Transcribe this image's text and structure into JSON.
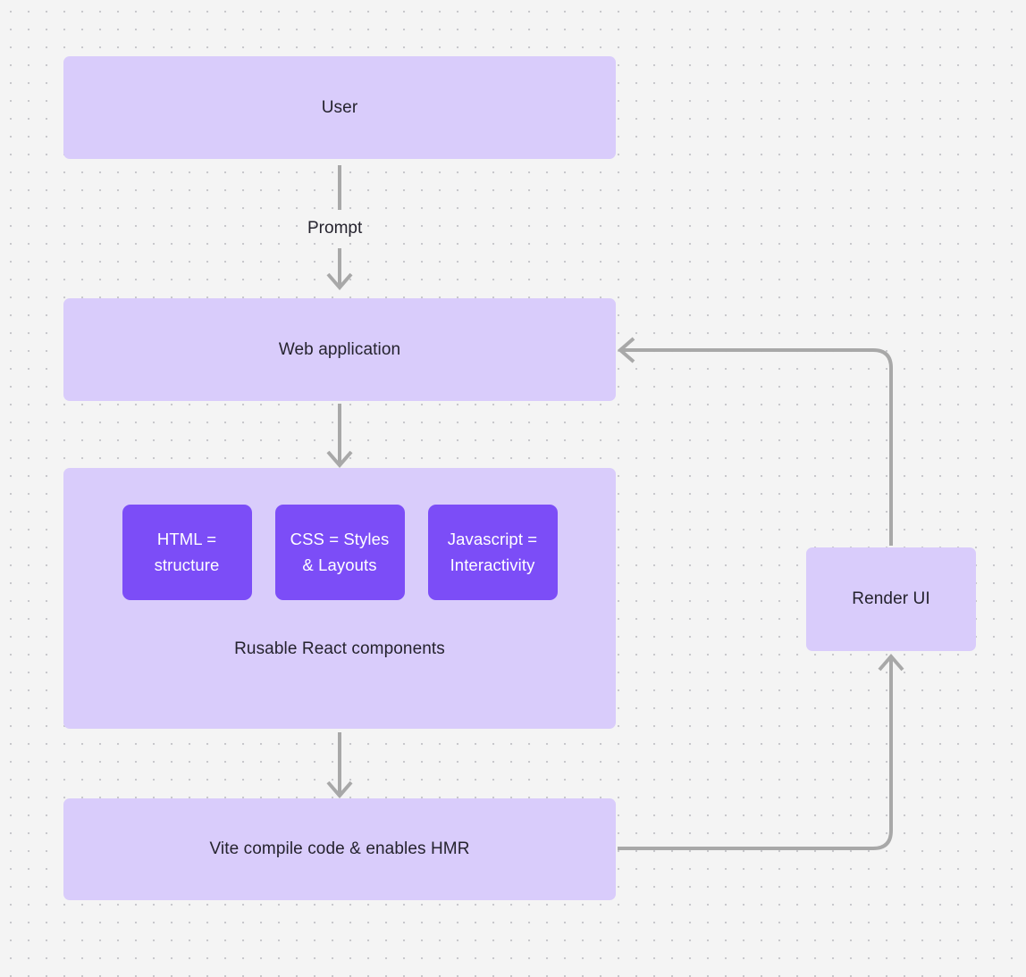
{
  "diagram": {
    "title": "Web application build and render flow",
    "background_color": "#f4f4f4",
    "dot_color": "#c8c8cc",
    "node_fill": "#d9ccfb",
    "chip_fill": "#7c4df7",
    "edge_color": "#a8a8a8",
    "text_color": "#25232e",
    "chip_text_color": "#ffffff"
  },
  "nodes": {
    "user": {
      "label": "User"
    },
    "webapp": {
      "label": "Web application"
    },
    "components": {
      "caption": "Rusable React components",
      "chips": [
        {
          "label": "HTML =\nstructure"
        },
        {
          "label": "CSS = Styles\n& Layouts"
        },
        {
          "label": "Javascript =\nInteractivity"
        }
      ]
    },
    "vite": {
      "label": "Vite compile code & enables HMR"
    },
    "render": {
      "label": "Render UI"
    }
  },
  "edges": {
    "user_to_webapp": {
      "label": "Prompt"
    },
    "webapp_to_components": {
      "label": ""
    },
    "components_to_vite": {
      "label": ""
    },
    "vite_to_render": {
      "label": ""
    },
    "render_to_webapp": {
      "label": ""
    }
  }
}
